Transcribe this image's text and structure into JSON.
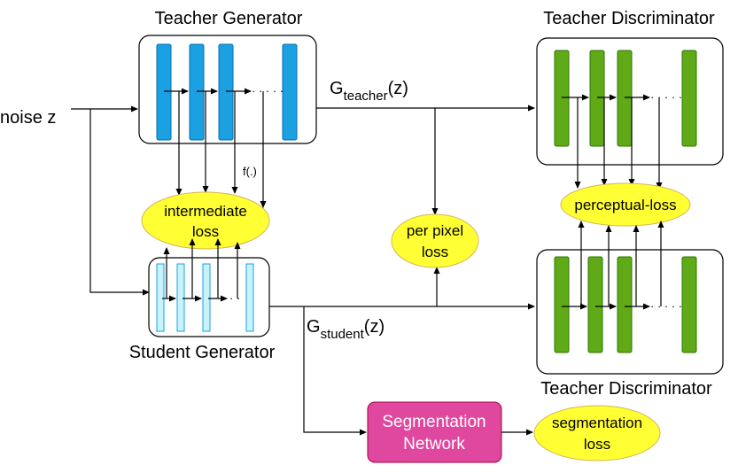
{
  "labels": {
    "teacher_generator": "Teacher Generator",
    "teacher_discriminator_top": "Teacher Discriminator",
    "teacher_discriminator_bottom": "Teacher Discriminator",
    "student_generator": "Student Generator",
    "noise": "noise z",
    "g_teacher_main": "G",
    "g_teacher_sub": "teacher",
    "g_teacher_arg": "(z)",
    "g_student_main": "G",
    "g_student_sub": "student",
    "g_student_arg": "(z)",
    "f_label": "f(.)",
    "intermediate_loss_line1": "intermediate",
    "intermediate_loss_line2": "loss",
    "per_pixel_line1": "per pixel",
    "per_pixel_line2": "loss",
    "perceptual_loss": "perceptual-loss",
    "segmentation_network_line1": "Segmentation",
    "segmentation_network_line2": "Network",
    "segmentation_loss_line1": "segmentation",
    "segmentation_loss_line2": "loss",
    "ellipsis_teacher_gen": "· · · · ·",
    "ellipsis_disc_top": "· · · · ·",
    "ellipsis_disc_bottom": "· · · · ·",
    "ellipsis_student": "· ·"
  },
  "colors": {
    "teacher_layer": "#1ba1e2",
    "discriminator_layer": "#60a917",
    "student_layer": "#c9f3fb",
    "student_layer_stroke": "#1ba1e2",
    "loss_ellipse": "#ffff33",
    "segmentation_network": "#e0479e"
  }
}
